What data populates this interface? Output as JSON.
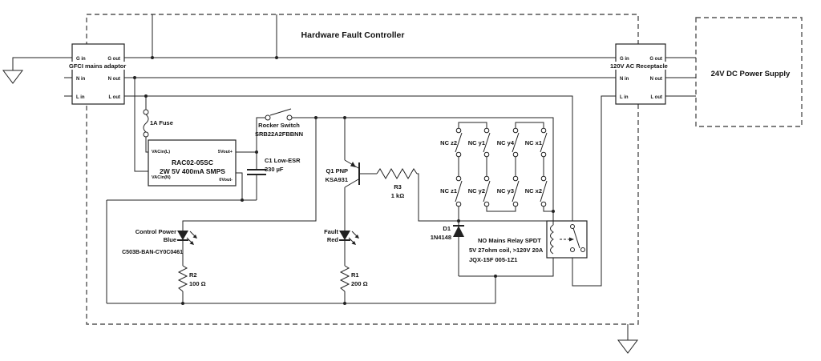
{
  "title": "Hardware Fault Controller",
  "io": {
    "g_in": "G in",
    "g_out": "G out",
    "n_in": "N in",
    "n_out": "N out",
    "l_in": "L in",
    "l_out": "L out"
  },
  "gfci": {
    "label": "GFCI mains adaptor"
  },
  "receptacle": {
    "label": "120V AC Receptacle"
  },
  "psu": {
    "label": "24V DC Power Supply"
  },
  "smps": {
    "name": "RAC02-05SC",
    "desc": "2W 5V 400mA SMPS",
    "pin_l": "VACin(L)",
    "pin_n": "VACin(N)",
    "pin_5v": "5Vout+",
    "pin_0v": "0Vout-"
  },
  "fuse": {
    "label": "1A Fuse"
  },
  "rocker": {
    "line1": "Rocker Switch",
    "line2": "SRB22A2FBBNN"
  },
  "c1": {
    "line1": "C1 Low-ESR",
    "line2": "330 µF"
  },
  "q1": {
    "line1": "Q1 PNP",
    "line2": "KSA931"
  },
  "r3": {
    "name": "R3",
    "value": "1 kΩ"
  },
  "r2": {
    "name": "R2",
    "value": "100 Ω"
  },
  "r1": {
    "name": "R1",
    "value": "200 Ω"
  },
  "control_led": {
    "line1": "Control Power",
    "line2": "Blue",
    "part": "C503B-BAN-CY0C0461"
  },
  "fault_led": {
    "line1": "Fault",
    "line2": "Red"
  },
  "d1": {
    "name": "D1",
    "part": "1N4148"
  },
  "relay": {
    "line1": "NO Mains Relay SPDT",
    "line2": "5V 27ohm coil, >120V 20A",
    "line3": "JQX-15F 005-1Z1"
  },
  "nc": [
    "NC z2",
    "NC y1",
    "NC y4",
    "NC x1",
    "NC z1",
    "NC y2",
    "NC y3",
    "NC x2"
  ],
  "colors": {
    "wire": "#222222",
    "accent": "#555555"
  }
}
